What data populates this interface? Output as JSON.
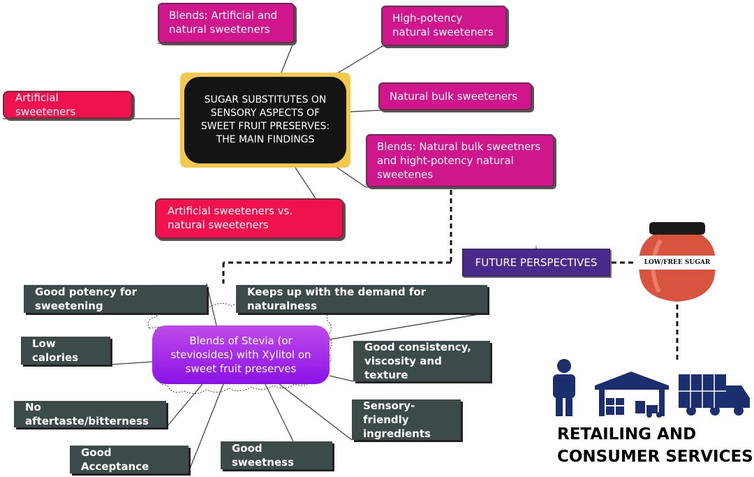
{
  "center": {
    "title": "SUGAR SUBSTITUTES ON SENSORY ASPECTS OF SWEET FRUIT PRESERVES: THE MAIN FINDINGS"
  },
  "branches": {
    "blends_artificial_natural": "Blends: Artificial and natural sweeteners",
    "high_potency_natural": "High-potency natural sweeteners",
    "artificial": "Artificial sweeteners",
    "natural_bulk": "Natural bulk sweeteners",
    "blends_bulk_high_potency": "Blends: Natural bulk sweetners and hight-potency natural sweetenes",
    "artificial_vs_natural": "Artificial sweeteners vs. natural sweeteners"
  },
  "stevia": {
    "title": "Blends of Stevia (or steviosides) with Xylitol on sweet fruit preserves"
  },
  "findings": {
    "potency": "Good potency for sweetening",
    "naturalness": "Keeps up with the demand for naturalness",
    "low_calories": "Low calories",
    "consistency": "Good consistency, viscosity and texture",
    "aftertaste": "No aftertaste/bitterness",
    "sensory": "Sensory-friendly ingredients",
    "acceptance": "Good Acceptance",
    "sweetness": "Good sweetness"
  },
  "future": {
    "label": "FUTURE PERSPECTIVES"
  },
  "jar": {
    "label": "LOW/FREE SUGAR"
  },
  "retail": {
    "line1": "RETAILING AND",
    "line2": "CONSUMER SERVICES"
  },
  "colors": {
    "magenta": "#d0168c",
    "red": "#f0124f",
    "gray": "#3d4a4a",
    "navy": "#1b2f6e",
    "jar": "#d9543f"
  }
}
